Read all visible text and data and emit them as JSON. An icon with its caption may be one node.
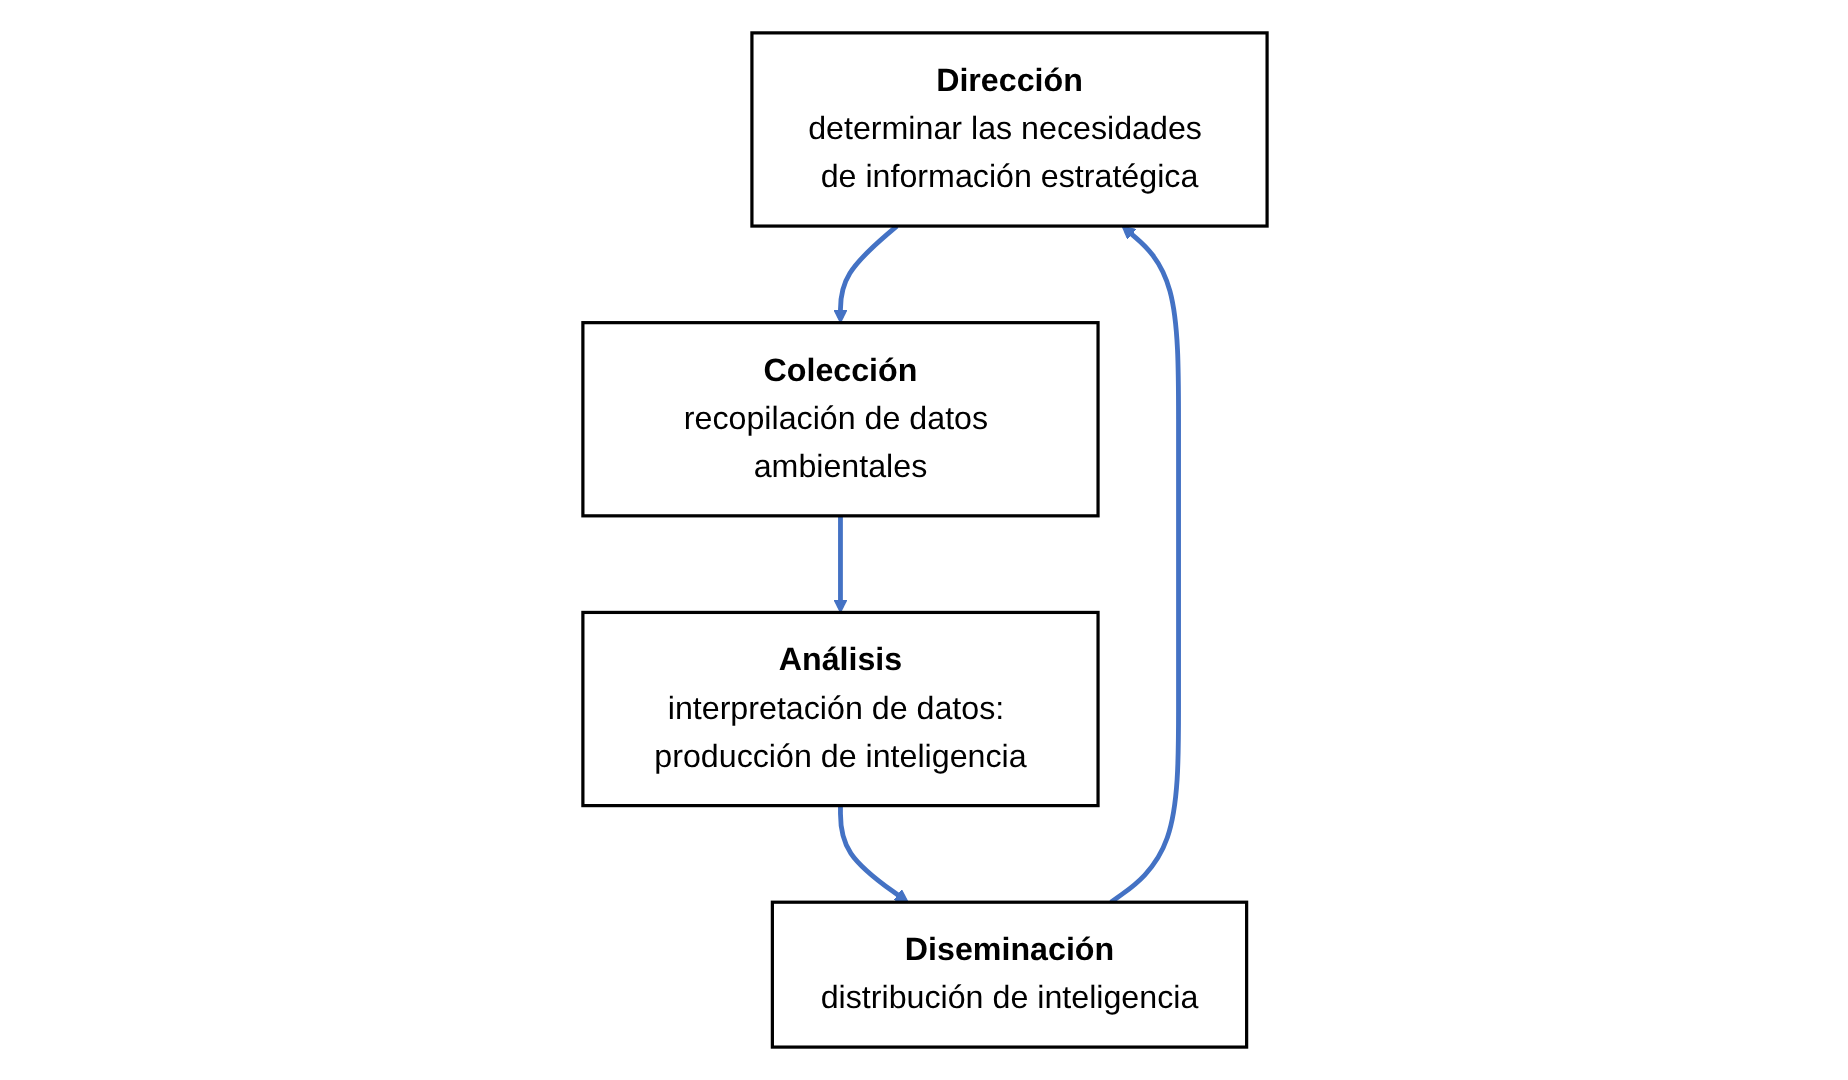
{
  "diagram": {
    "nodes": [
      {
        "text": [
          "Dirección",
          "determinar las necesidades de información estratégica"
        ]
      },
      {
        "text": [
          "Colección",
          "recopilación de datos ambientales"
        ]
      },
      {
        "text": [
          "Análisis",
          "interpretación de datos: producción de inteligencia"
        ]
      },
      {
        "text": [
          "Diseminación",
          "distribución de inteligencia"
        ]
      }
    ],
    "edges": [
      {
        "from": 0,
        "to": 1,
        "arrow": "to",
        "color": "#4472c4"
      },
      {
        "from": 1,
        "to": 2,
        "arrow": "to",
        "color": "#4472c4"
      },
      {
        "from": 2,
        "to": 3,
        "arrow": "to",
        "color": "#4472c4"
      },
      {
        "from": 3,
        "to": 0,
        "arrow": "to",
        "color": "#4472c4"
      }
    ]
  }
}
